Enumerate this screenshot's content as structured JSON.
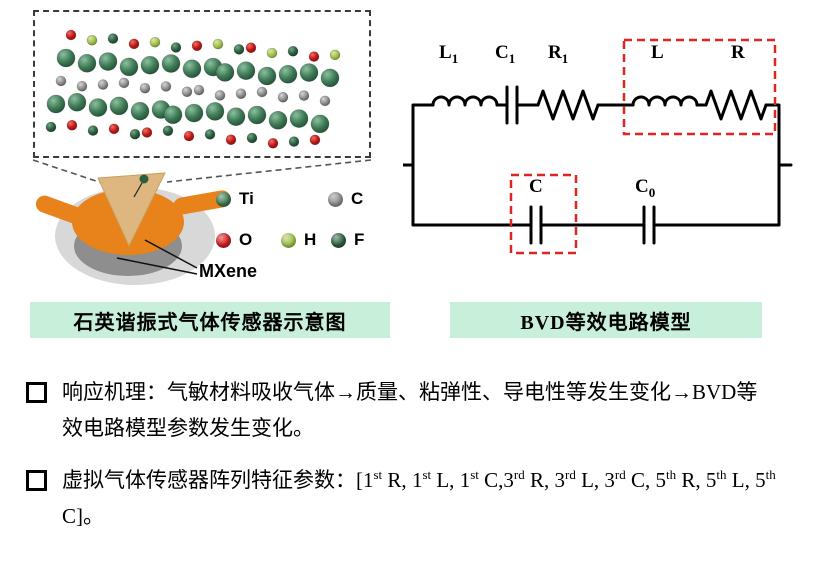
{
  "colors": {
    "caption_bg": "#c8efd9",
    "highlight_red": "#e02424",
    "circuit_line": "#000000",
    "electrode_orange": "#e8821a",
    "coating_tan": "#ddb77f"
  },
  "figure": {
    "legend": {
      "items": [
        {
          "label": "Ti",
          "color": "#3e7a55"
        },
        {
          "label": "C",
          "color": "#8f8f8f"
        },
        {
          "label": "O",
          "color": "#cf1d1d"
        },
        {
          "label": "H",
          "color": "#a2c04e"
        },
        {
          "label": "F",
          "color": "#2c5f3f"
        }
      ]
    },
    "mxene_label": "MXene",
    "left_caption": "石英谐振式气体传感器示意图",
    "right_caption": "BVD等效电路模型"
  },
  "circuit": {
    "top_labels": [
      {
        "main": "L",
        "sub": "1"
      },
      {
        "main": "C",
        "sub": "1"
      },
      {
        "main": "R",
        "sub": "1"
      },
      {
        "main": "L",
        "sub": ""
      },
      {
        "main": "R",
        "sub": ""
      }
    ],
    "bottom_labels": [
      {
        "main": "C",
        "sub": ""
      },
      {
        "main": "C",
        "sub": "0"
      }
    ]
  },
  "bullets": {
    "b1": {
      "text": "响应机理：气敏材料吸收气体→质量、粘弹性、导电性等发生变化→BVD等效电路模型参数发生变化。"
    },
    "b2": {
      "label": "虚拟气体传感器阵列特征参数：",
      "open_bracket": "[",
      "features": [
        {
          "num": "1",
          "sup": "st",
          "tail": " R, "
        },
        {
          "num": "1",
          "sup": "st",
          "tail": " L, "
        },
        {
          "num": "1",
          "sup": "st",
          "tail": " C,"
        },
        {
          "num": "3",
          "sup": "rd",
          "tail": " R, "
        },
        {
          "num": "3",
          "sup": "rd",
          "tail": " L, "
        },
        {
          "num": "3",
          "sup": "rd",
          "tail": " C, "
        },
        {
          "num": "5",
          "sup": "th",
          "tail": " R, "
        },
        {
          "num": "5",
          "sup": "th",
          "tail": " L, "
        },
        {
          "num": "5",
          "sup": "th",
          "tail": " C"
        }
      ],
      "close_bracket": "]。"
    }
  }
}
